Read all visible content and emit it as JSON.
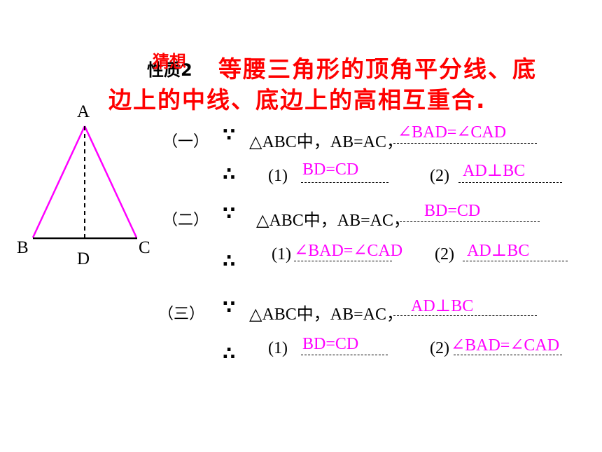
{
  "title": {
    "overlay_red": "猜想",
    "overlay_black": "性质2",
    "line1": "等腰三角形的顶角平分线、底",
    "line2": "边上的中线、底边上的高相互重合."
  },
  "triangle": {
    "vertex_a": "A",
    "vertex_b": "B",
    "vertex_c": "C",
    "point_d": "D",
    "side_color": "#ff00ff"
  },
  "symbols": {
    "because": "∵",
    "therefore": "∴"
  },
  "cases": [
    {
      "label": "（一）",
      "given": "△ABC中，AB=AC，",
      "given_answer": "∠BAD=∠CAD",
      "c1_label": "(1)",
      "c1_answer": "BD=CD",
      "c2_label": "(2)",
      "c2_answer": "AD⊥BC"
    },
    {
      "label": "（二）",
      "given": "△ABC中，AB=AC，",
      "given_answer": "BD=CD",
      "c1_label": "(1)",
      "c1_answer": "∠BAD=∠CAD",
      "c2_label": "(2)",
      "c2_answer": "AD⊥BC"
    },
    {
      "label": "（三）",
      "given": "△ABC中，AB=AC，",
      "given_answer": "AD⊥BC",
      "c1_label": "(1)",
      "c1_answer": "BD=CD",
      "c2_label": "(2)",
      "c2_answer": "∠BAD=∠CAD"
    }
  ]
}
